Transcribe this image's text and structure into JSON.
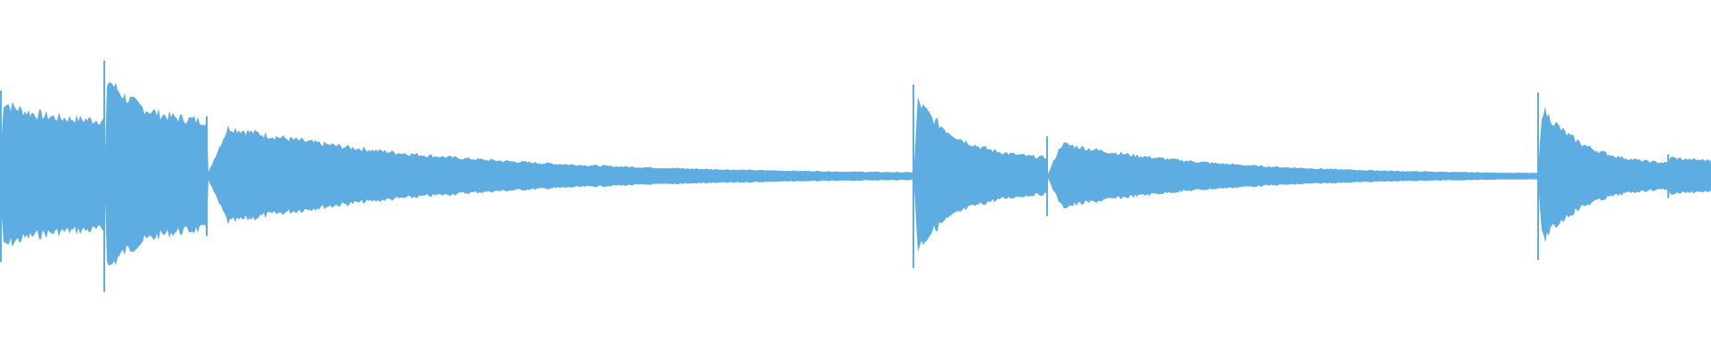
{
  "waveform": {
    "color": "#5DADE2",
    "duration_fraction_segments": [
      {
        "start": 0.0,
        "end": 0.061,
        "peak": 0.43,
        "tail": 0.31
      },
      {
        "start": 0.061,
        "end": 0.121,
        "peak": 0.58,
        "tail": 0.3
      },
      {
        "start": 0.121,
        "end": 0.534,
        "peak": 0.3,
        "tail": 0.01
      },
      {
        "start": 0.534,
        "end": 0.612,
        "peak": 0.46,
        "tail": 0.09
      },
      {
        "start": 0.612,
        "end": 0.899,
        "peak": 0.2,
        "tail": 0.01
      },
      {
        "start": 0.899,
        "end": 0.975,
        "peak": 0.42,
        "tail": 0.06
      },
      {
        "start": 0.975,
        "end": 1.0,
        "peak": 0.11,
        "tail": 0.09
      }
    ]
  }
}
